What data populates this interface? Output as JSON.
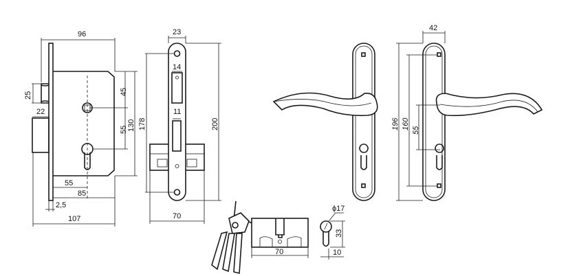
{
  "lock_side_view": {
    "width_body": "96",
    "latch_height": "25",
    "bolt_throw": "22",
    "spindle_offset": "45",
    "centre_distance": "55",
    "body_height": "130",
    "backset": "55",
    "depth": "85",
    "faceplate_thickness": "2,5",
    "total_depth": "107"
  },
  "lock_front_view": {
    "faceplate_width": "23",
    "latch_width": "14",
    "bolt_width": "11",
    "screw_distance": "178",
    "faceplate_height": "200",
    "strike_width": "70"
  },
  "handle_view": {
    "plate_width": "42",
    "plate_height": "196",
    "hole_distance": "160",
    "centre_distance": "55"
  },
  "cylinder_view": {
    "length": "70",
    "diameter": "ϕ17",
    "height": "33",
    "cam_offset": "10"
  }
}
